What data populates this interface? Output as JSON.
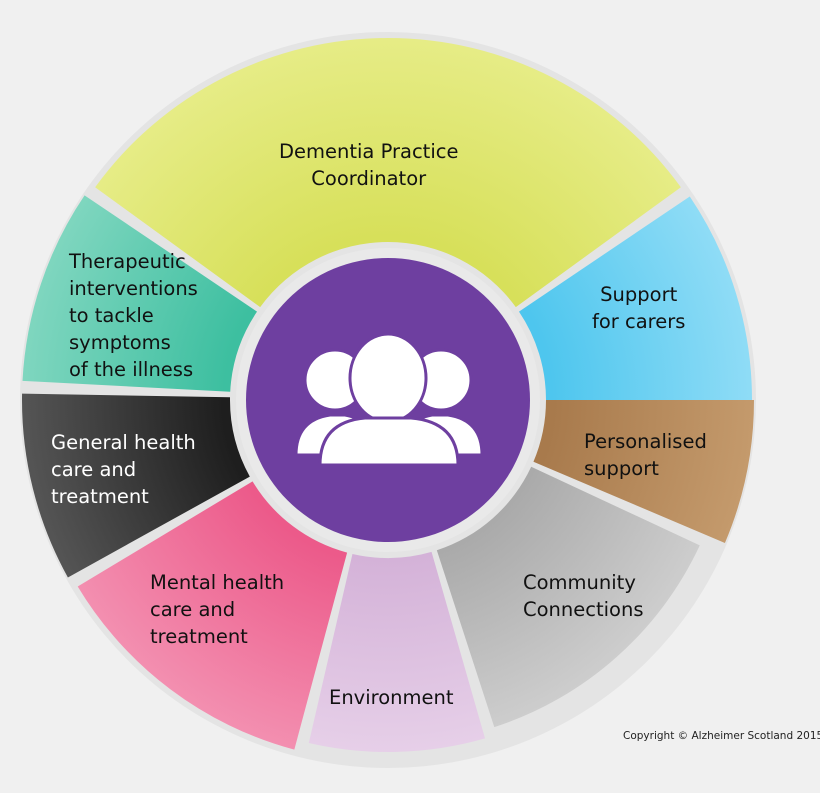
{
  "segments": [
    {
      "id": "dementia-practice-coordinator",
      "lines": [
        "Dementia Practice",
        "Coordinator"
      ],
      "color": "#d7e05a",
      "color_light": "#e6ec86"
    },
    {
      "id": "support-for-carers",
      "lines": [
        "Support",
        "for carers"
      ],
      "color": "#4ec6ee",
      "color_light": "#8fdcf6"
    },
    {
      "id": "personalised-support",
      "lines": [
        "Personalised",
        "support"
      ],
      "color": "#a87a4c",
      "color_light": "#c49a6c"
    },
    {
      "id": "community-connections",
      "lines": [
        "Community",
        "Connections"
      ],
      "color": "#a9a9a9",
      "color_light": "#cdcdcd"
    },
    {
      "id": "environment",
      "lines": [
        "Environment"
      ],
      "color": "#d4b2d8",
      "color_light": "#e6cfe8"
    },
    {
      "id": "mental-health",
      "lines": [
        "Mental health",
        "care and",
        "treatment"
      ],
      "color": "#ec5a8a",
      "color_light": "#f38fb0"
    },
    {
      "id": "general-health",
      "lines": [
        "General health",
        "care and",
        "treatment"
      ],
      "color": "#1e1e1e",
      "color_light": "#555555"
    },
    {
      "id": "therapeutic-interventions",
      "lines": [
        "Therapeutic",
        "interventions",
        "to tackle",
        "symptoms",
        "of the illness"
      ],
      "color": "#3dbfa0",
      "color_light": "#7fd6bf"
    }
  ],
  "center": {
    "icon": "people-group-icon",
    "color": "#6e3fa0",
    "color_light": "#8f62bf"
  },
  "copyright": "Copyright © Alzheimer Scotland 2015",
  "general_health_text_color": "#ffffff"
}
